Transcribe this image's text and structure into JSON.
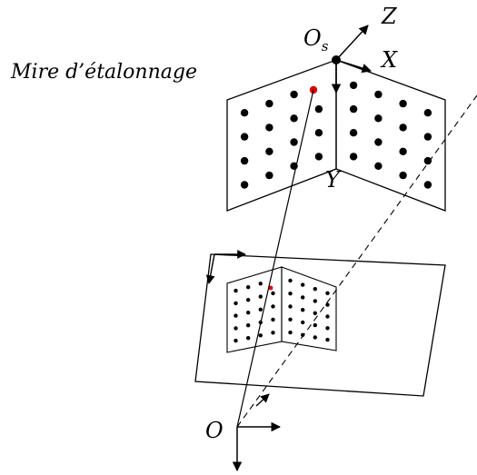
{
  "labels": {
    "title": "Mire d’étalonnage",
    "target_origin": "O",
    "target_origin_sub": "s",
    "axis_x": "X",
    "axis_y": "Y",
    "axis_z": "Z",
    "camera_origin": "O"
  },
  "colors": {
    "ink": "#000000",
    "highlight": "#e00000"
  }
}
